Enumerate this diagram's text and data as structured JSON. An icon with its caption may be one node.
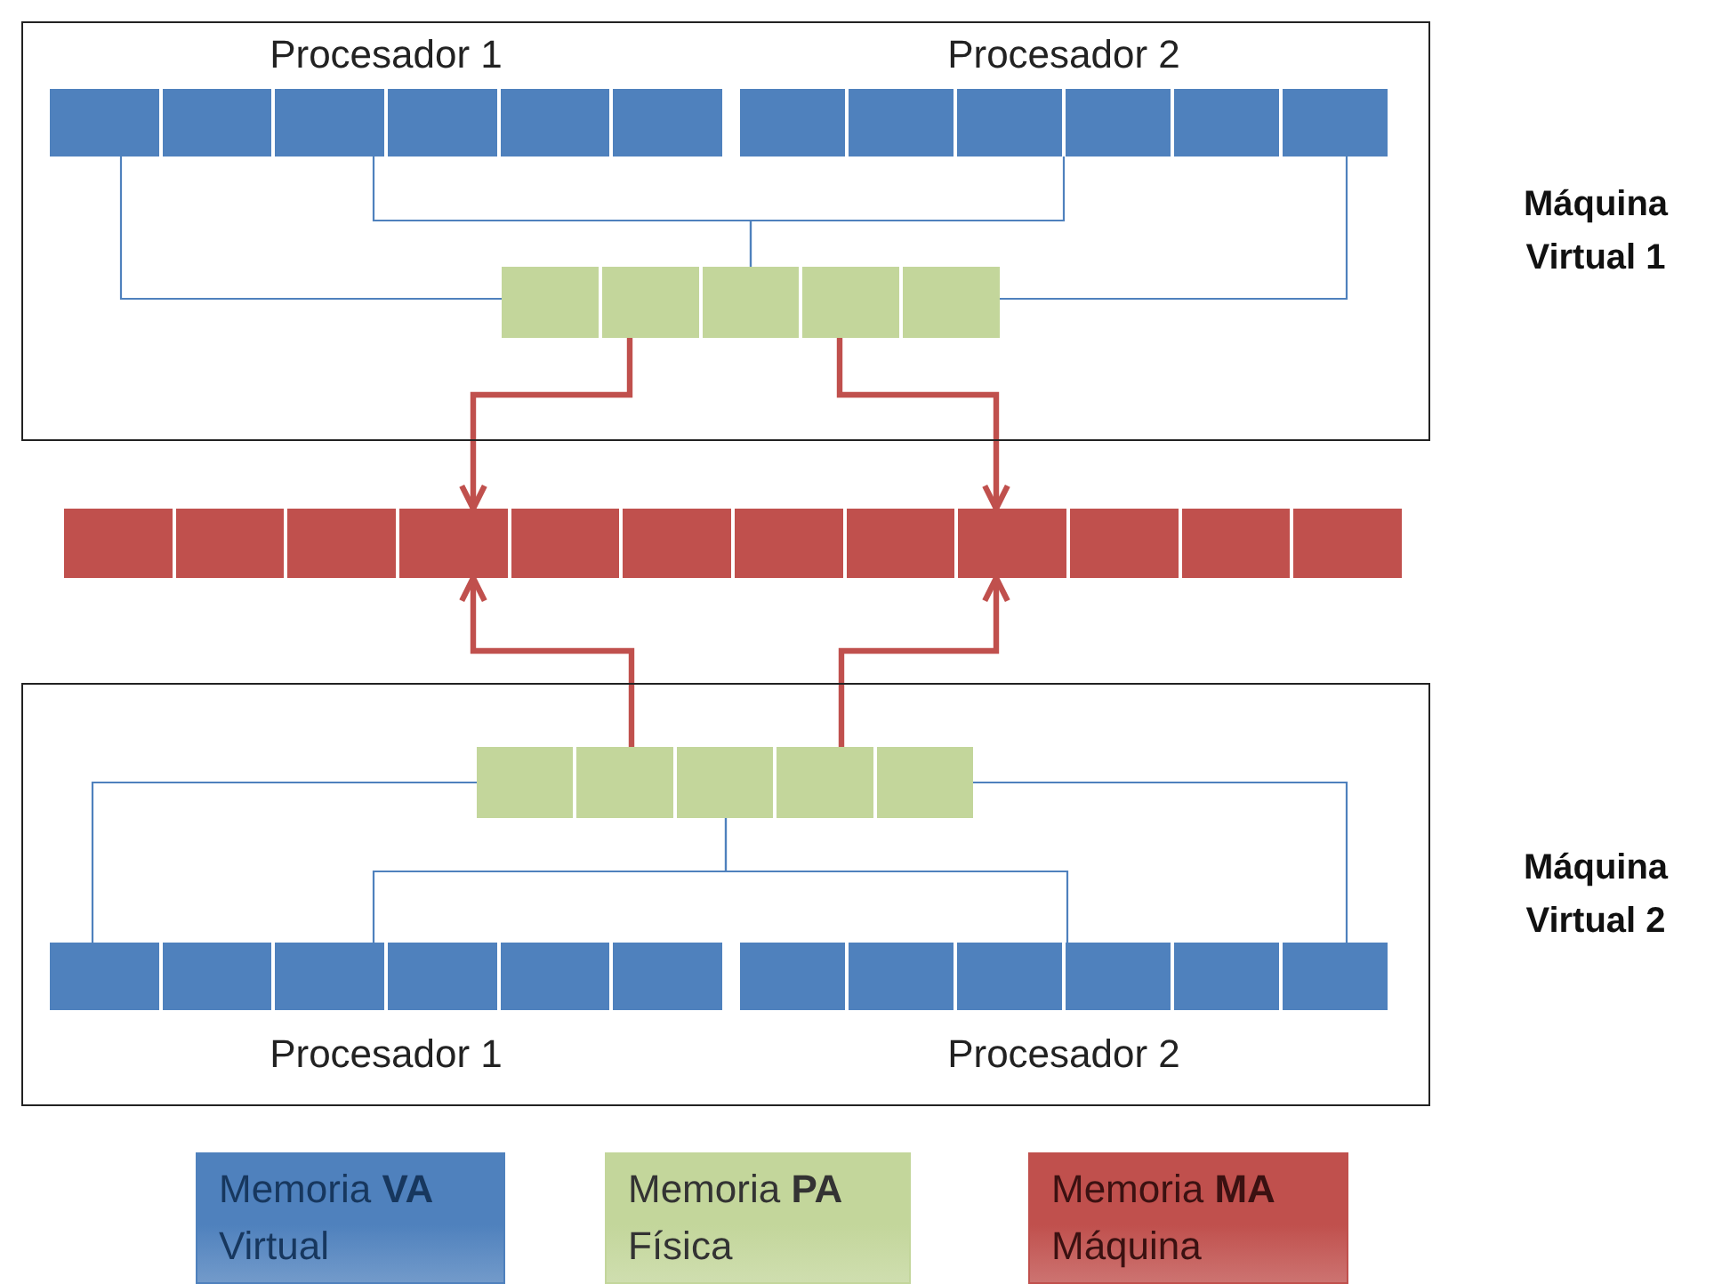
{
  "diagram": {
    "nodes": [
      {
        "text": [
          "Máquina Virtual 1"
        ]
      },
      {
        "text": [
          "Procesador 1"
        ],
        "in": 0
      },
      {
        "text": [
          "Procesador 2"
        ],
        "in": 0
      },
      {
        "text": [],
        "shape": "bar",
        "in": 0
      },
      {
        "text": [],
        "shape": "bar"
      },
      {
        "text": [
          "Máquina Virtual 2"
        ]
      },
      {
        "text": [],
        "shape": "bar",
        "in": 5
      },
      {
        "text": [
          "Procesador 1"
        ],
        "in": 5
      },
      {
        "text": [
          "Procesador 2"
        ],
        "in": 5
      }
    ],
    "edges": [
      {
        "from": 1,
        "to": 3,
        "arrow": "none"
      },
      {
        "from": 1,
        "to": 3,
        "arrow": "none"
      },
      {
        "from": 2,
        "to": 3,
        "arrow": "none"
      },
      {
        "from": 2,
        "to": 3,
        "arrow": "none"
      },
      {
        "from": 3,
        "to": 4,
        "arrow": "to",
        "style": "thick",
        "color": "#c0504d"
      },
      {
        "from": 3,
        "to": 4,
        "arrow": "to",
        "style": "thick",
        "color": "#c0504d"
      },
      {
        "from": 6,
        "to": 4,
        "arrow": "to",
        "style": "thick",
        "color": "#c0504d"
      },
      {
        "from": 6,
        "to": 4,
        "arrow": "to",
        "style": "thick",
        "color": "#c0504d"
      },
      {
        "from": 6,
        "to": 7,
        "arrow": "none"
      },
      {
        "from": 6,
        "to": 7,
        "arrow": "none"
      },
      {
        "from": 6,
        "to": 8,
        "arrow": "none"
      },
      {
        "from": 6,
        "to": 8,
        "arrow": "none"
      }
    ],
    "legend": [
      {
        "text": "Memoria **VA** Virtual",
        "color": "#4f81bd"
      },
      {
        "text": "Memoria **PA** Física",
        "color": "#c3d69b"
      },
      {
        "text": "Memoria **MA** Máquina",
        "color": "#c0504d"
      }
    ]
  }
}
